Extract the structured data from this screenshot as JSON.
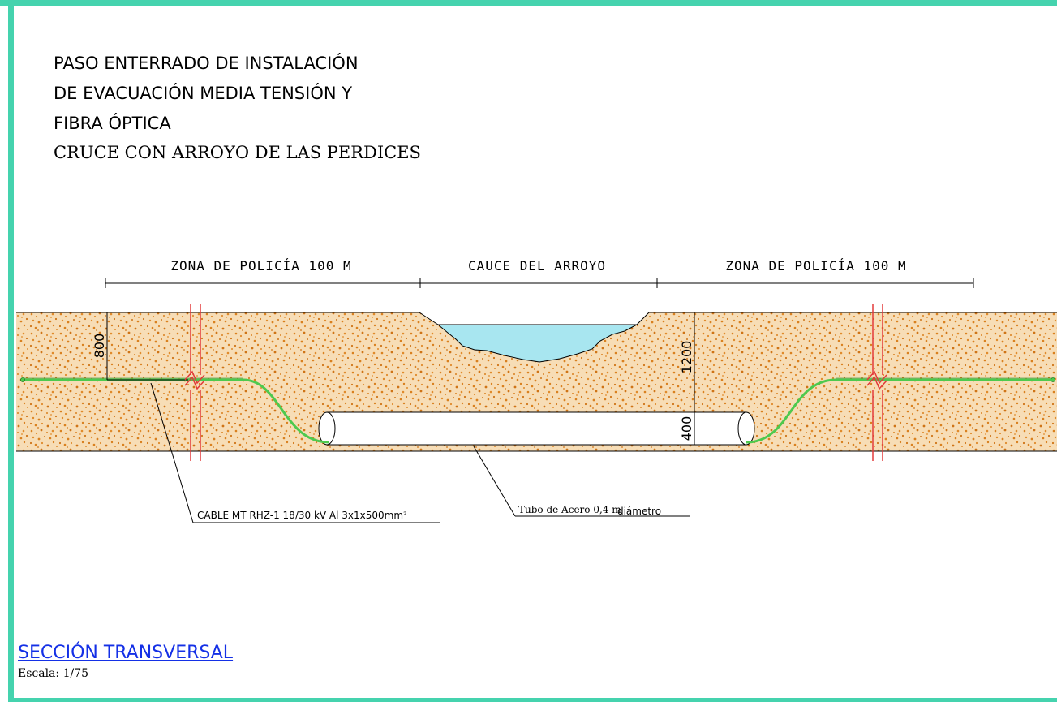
{
  "title": {
    "line1": "PASO ENTERRADO DE INSTALACIÓN",
    "line2": "DE EVACUACIÓN MEDIA TENSIÓN Y",
    "line3": "FIBRA ÓPTICA",
    "line4": "CRUCE CON ARROYO DE LAS PERDICES"
  },
  "zones": {
    "left": "ZONA DE POLICÍA 100 M",
    "center": "CAUCE DEL ARROYO",
    "right": "ZONA DE POLICÍA 100 M"
  },
  "dimensions": {
    "left_depth": "800",
    "right_depth": "1200",
    "tube_diameter": "400"
  },
  "callouts": {
    "cable": "CABLE MT RHZ-1 18/30 kV Al 3x1x500mm²",
    "tube_main": "Tubo de Acero 0,4 m",
    "tube_suffix": "diámetro"
  },
  "footer": {
    "section": "SECCIÓN TRANSVERSAL",
    "scale": "Escala: 1/75"
  },
  "colors": {
    "frame": "#45d3ae",
    "soil_fill": "#f7ddb6",
    "soil_speckle": "#d9801e",
    "water": "#a8e6f0",
    "cable": "#4ec94e",
    "cut_marks": "#e23a3a",
    "link": "#1430e6"
  }
}
